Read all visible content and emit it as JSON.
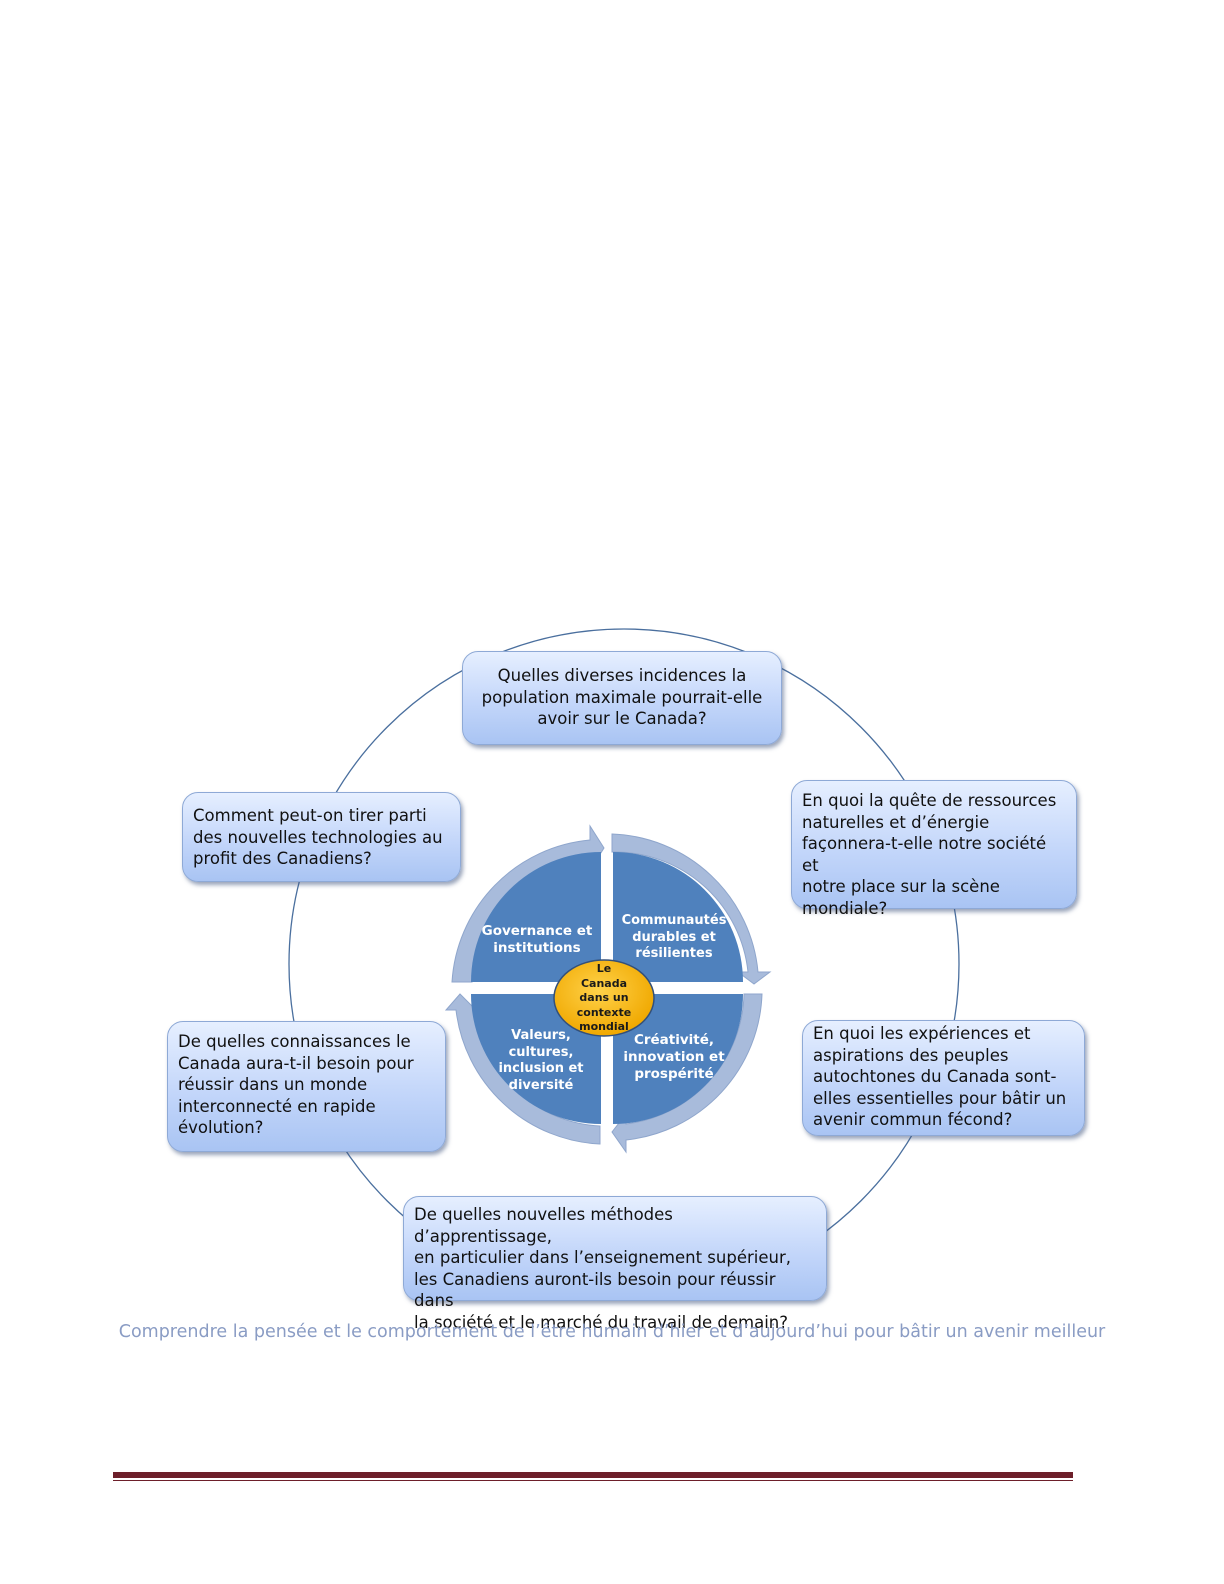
{
  "diagram": {
    "center": "Le\nCanada\ndans un\ncontexte\nmondial",
    "themes": {
      "top_left": "Governance et\ninstitutions",
      "top_right": "Communautés\ndurables et\nrésilientes",
      "bottom_left": "Valeurs,\ncultures,\ninclusion et\ndiversité",
      "bottom_right": "Créativité,\ninnovation et\nprospérité"
    },
    "questions": {
      "top": "Quelles diverses incidences la\npopulation maximale pourrait-elle\navoir sur le Canada?",
      "upper_left": "Comment peut-on tirer parti\ndes nouvelles technologies au\nprofit des Canadiens?",
      "upper_right": "En quoi la quête de ressources\nnaturelles et d’énergie\nfaçonnera-t-elle notre société et\nnotre place sur la scène\nmondiale?",
      "lower_left": "De quelles connaissances le\nCanada aura-t-il besoin pour\nréussir dans un monde\ninterconnecté en rapide\névolution?",
      "lower_right": "En quoi les expériences et\naspirations des peuples\nautochtones du Canada sont-\nelles essentielles pour bâtir un\navenir commun fécond?",
      "bottom": "De quelles nouvelles méthodes d’apprentissage,\nen particulier dans l’enseignement supérieur,\nles Canadiens auront-ils besoin pour réussir dans\nla société et le marché du travail de demain?"
    }
  },
  "caption": "Comprendre la pensée et le comportement de l’être humain d’hier et d’aujourd’hui pour bâtir un avenir meilleur",
  "colors": {
    "quadrant": "#4f81bd",
    "arrow_ring": "#a8bbdb",
    "hub": "#f5b400",
    "connector": "#4a6f9e",
    "rule": "#6d1f2a"
  }
}
